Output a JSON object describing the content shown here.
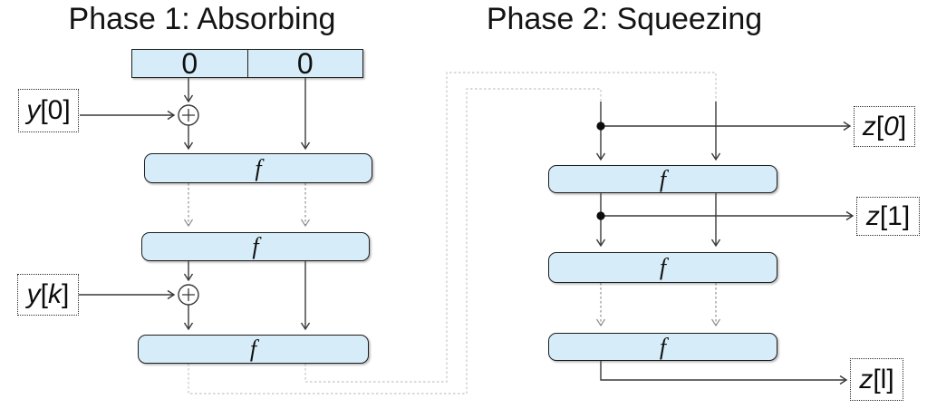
{
  "titles": {
    "phase1": "Phase 1: Absorbing",
    "phase2": "Phase 2: Squeezing"
  },
  "state": {
    "cells": [
      "0",
      "0"
    ]
  },
  "f_label": "f",
  "xor_symbol": "⊕",
  "io": {
    "y0": {
      "v": "y",
      "open": "[",
      "i": "0",
      "close": "]",
      "icls": "up"
    },
    "yk": {
      "v": "y",
      "open": "[",
      "i": "k",
      "close": "]",
      "icls": "it"
    },
    "z0": {
      "v": "z",
      "open": "[",
      "i": "0",
      "close": "]",
      "icls": "it"
    },
    "z1": {
      "v": "z",
      "open": "[",
      "i": "1",
      "close": "]",
      "icls": "up"
    },
    "zl": {
      "v": "z",
      "open": "[",
      "i": "l",
      "close": "]",
      "icls": "up"
    }
  },
  "colors": {
    "node_fill": "#d6ecf8",
    "node_border": "#1f1f1f",
    "wire": "#383838",
    "feedback_wire": "#c4c4c4",
    "dashed_wire": "#8f8f8f",
    "dot": "#0d0d0d"
  }
}
